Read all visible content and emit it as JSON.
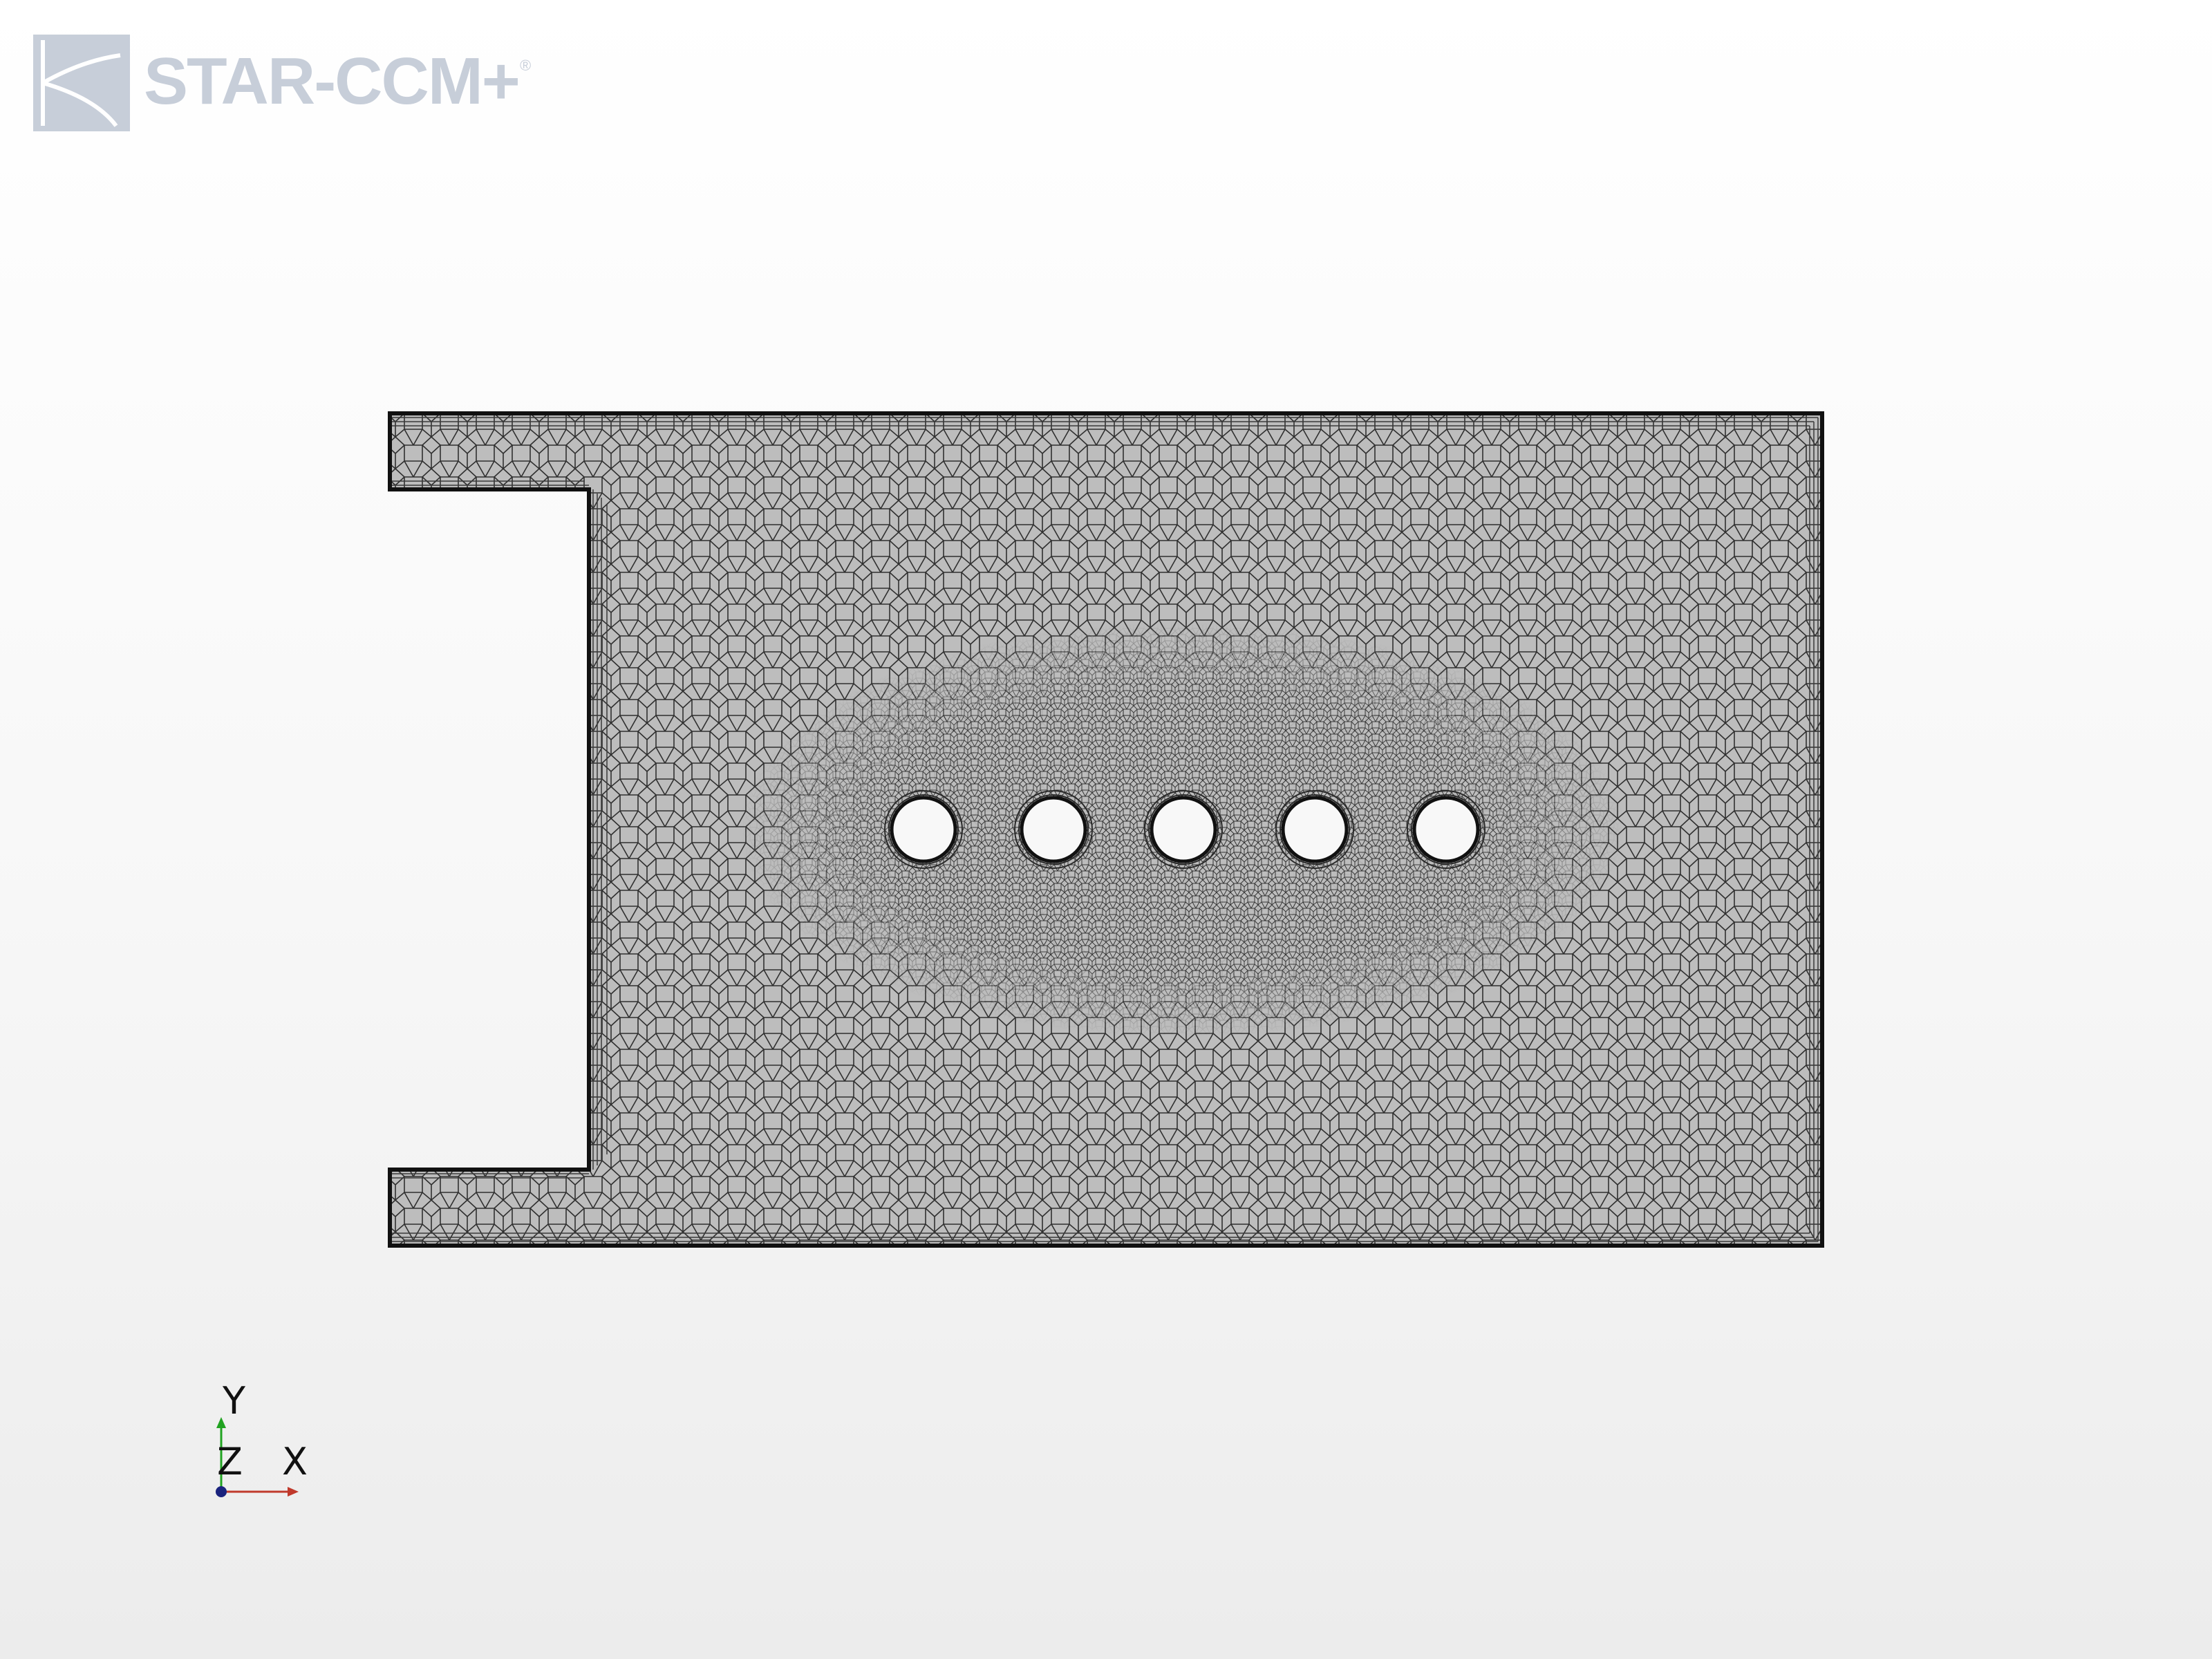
{
  "branding": {
    "product_name": "STAR-CCM+",
    "registered_mark": "®",
    "logo_icon": "star-ccm-logo-icon"
  },
  "scene": {
    "type": "mesh-scene",
    "mesh_fill_color": "#bdbdbd",
    "mesh_line_color": "#2b2b2b",
    "boundary_color": "#111111",
    "hole_fill_color": "#f8f8f8",
    "cylinder_count": 5
  },
  "triad": {
    "y_label": "Y",
    "z_label": "Z",
    "x_label": "X",
    "y_color": "#21a321",
    "x_color": "#c0392b",
    "z_color": "#1a237e"
  }
}
